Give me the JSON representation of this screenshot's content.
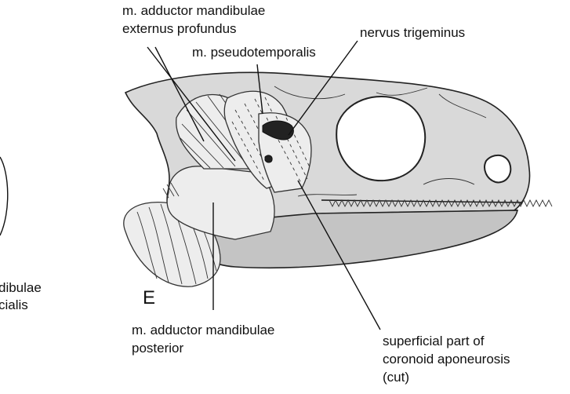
{
  "panel_letter": "E",
  "labels": {
    "adductor_externus_profundus_line1": "m. adductor mandibulae",
    "adductor_externus_profundus_line2": "externus profundus",
    "pseudotemporalis": "m. pseudotemporalis",
    "nervus_trigeminus": "nervus trigeminus",
    "left_cut_line1": "dibulae",
    "left_cut_line2": "cialis",
    "adductor_posterior_line1": "m. adductor mandibulae",
    "adductor_posterior_line2": "posterior",
    "coronoid_line1": "superficial part of",
    "coronoid_line2": "coronoid aponeurosis",
    "coronoid_line3": "(cut)"
  }
}
